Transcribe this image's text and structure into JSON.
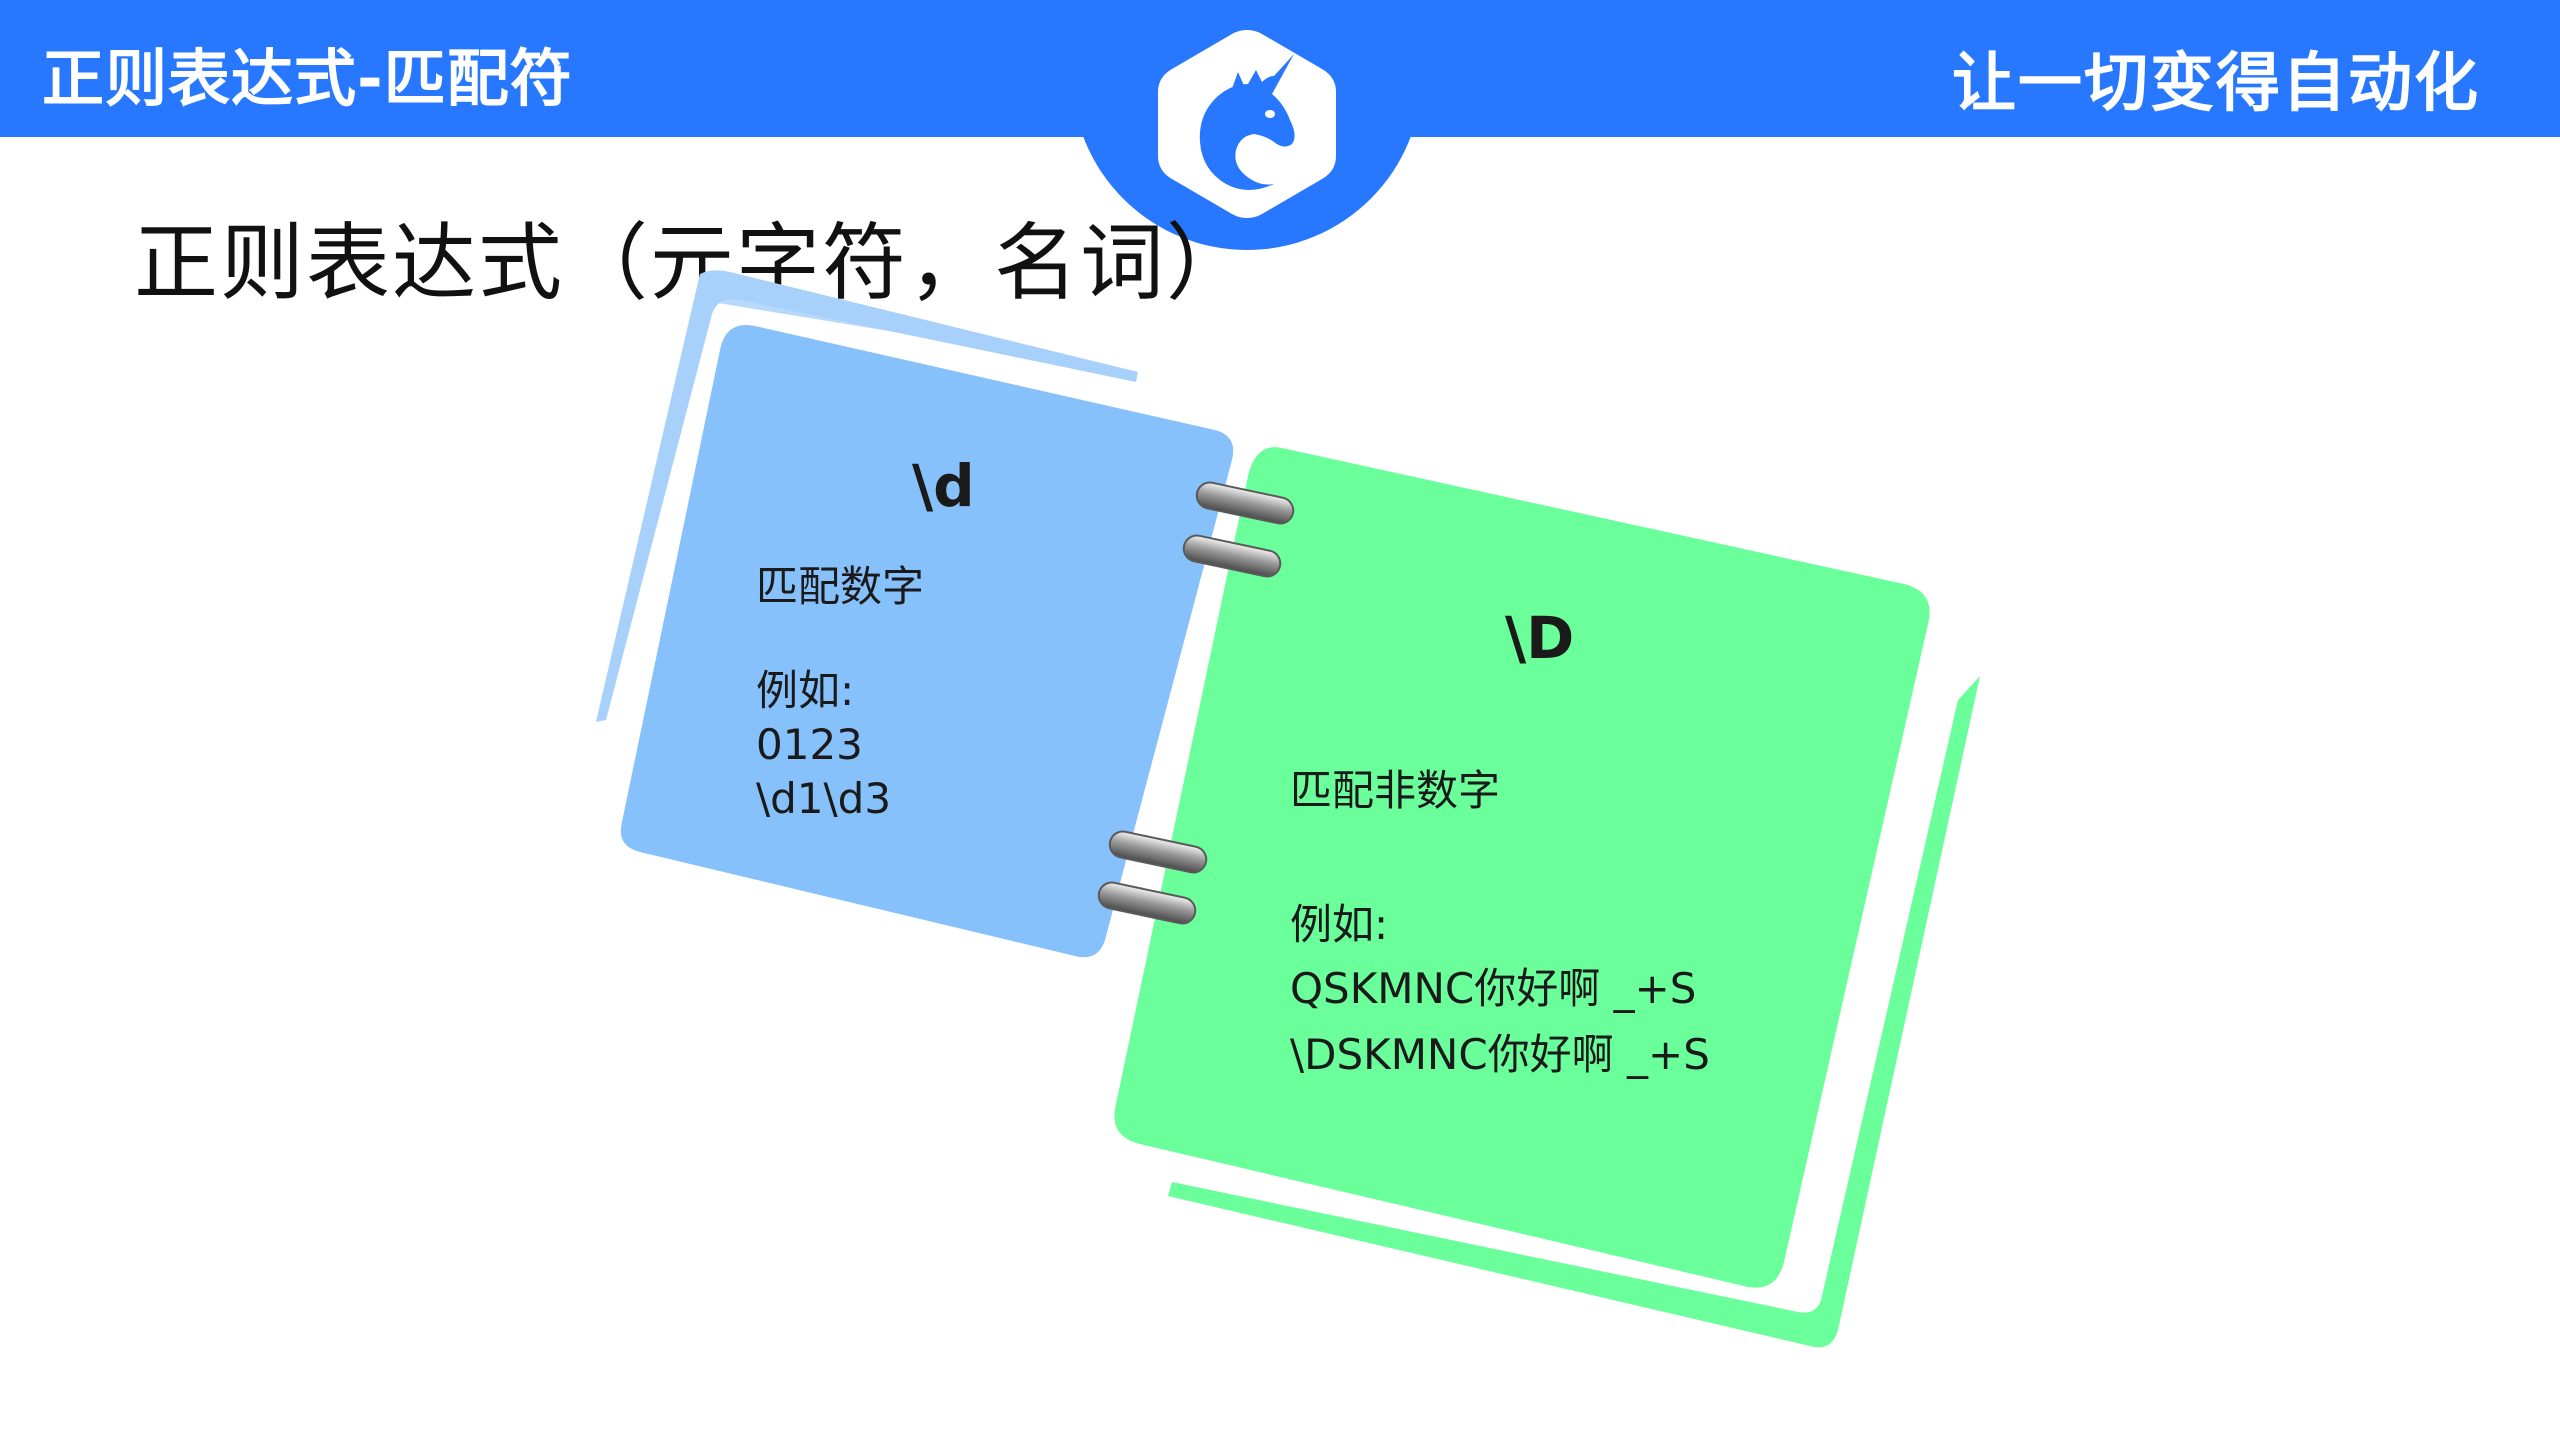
{
  "header": {
    "left_title": "正则表达式-匹配符",
    "right_slogan": "让一切变得自动化",
    "brand_color": "#2878ff",
    "logo_icon": "unicorn-logo-icon"
  },
  "page": {
    "heading": "正则表达式（元字符，名词）"
  },
  "cards": {
    "digit": {
      "title": "\\d",
      "description": "匹配数字",
      "example_label": "例如:",
      "example_lines": [
        "0123",
        "\\d1\\d3"
      ],
      "color": "#86c1fb"
    },
    "non_digit": {
      "title": "\\D",
      "description": "匹配非数字",
      "example_label": "例如:",
      "example_lines": [
        "QSKMNC你好啊 _+S",
        "\\DSKMNC你好啊 _+S"
      ],
      "color": "#6bff9b"
    }
  }
}
